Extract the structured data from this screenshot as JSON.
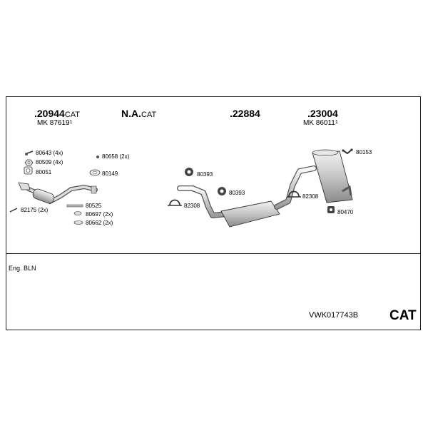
{
  "headers": [
    {
      "code": ".20944",
      "suffix": "CAT",
      "sub": "MK 87619",
      "sub_sup": "1"
    },
    {
      "code": "N.A.",
      "suffix": "CAT",
      "sub": "",
      "sub_sup": ""
    },
    {
      "code": ".22884",
      "suffix": "",
      "sub": "",
      "sub_sup": ""
    },
    {
      "code": ".23004",
      "suffix": "",
      "sub": "MK 86011",
      "sub_sup": "1"
    }
  ],
  "parts": {
    "p80643": "80643 (4x)",
    "p80509": "80509 (4x)",
    "p80051": "80051",
    "p80658": "80658 (2x)",
    "p80149": "80149",
    "p82175": "82175 (2x)",
    "p80525": "80525",
    "p80697": "80697 (2x)",
    "p80662": "80662 (2x)",
    "p80393a": "80393",
    "p80393b": "80393",
    "p82308a": "82308",
    "p82308b": "82308",
    "p80153": "80153",
    "p80470": "80470"
  },
  "engine": "Eng. BLN",
  "kit_code": "VWK017743B",
  "kit_type": "CAT"
}
